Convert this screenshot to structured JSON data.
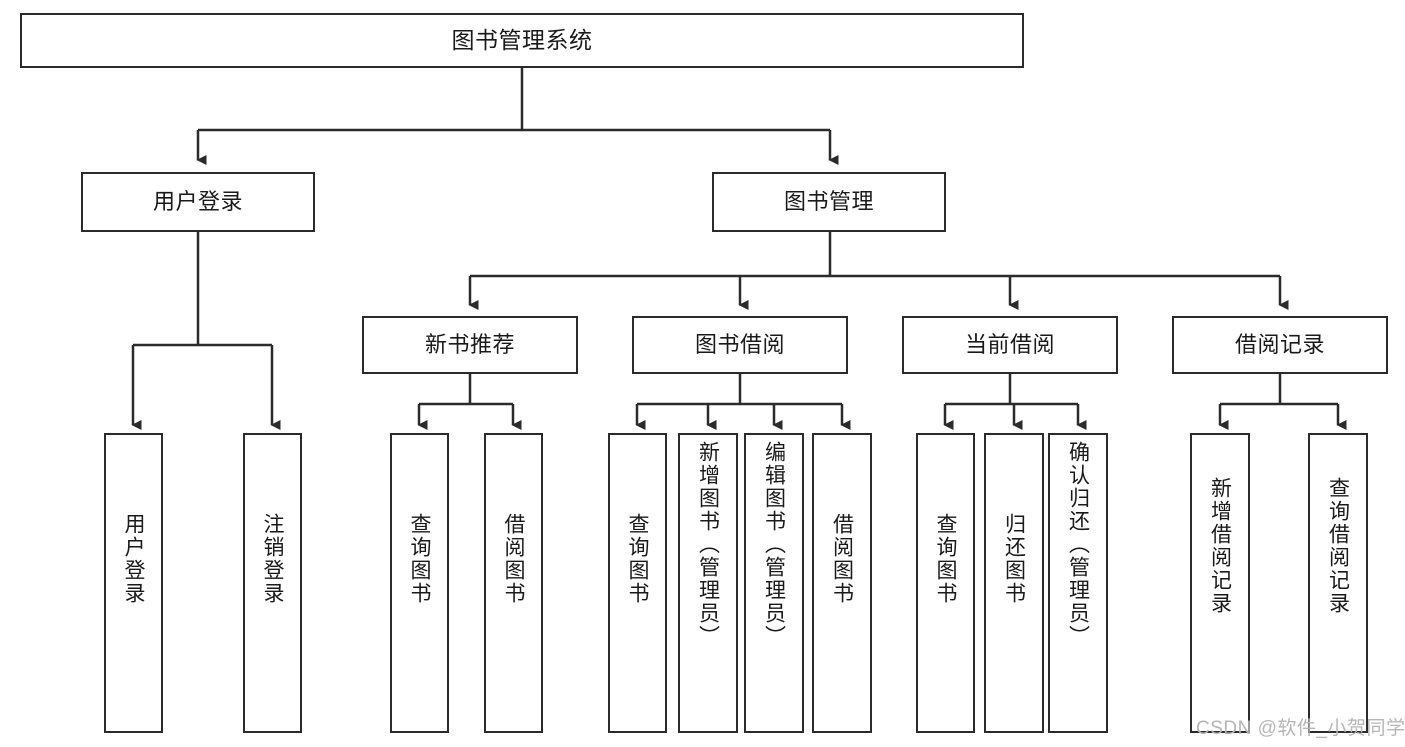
{
  "diagram": {
    "title": "图书管理系统",
    "type": "tree-hierarchy",
    "levels": {
      "root": {
        "label": "图书管理系统"
      },
      "level2": [
        {
          "label": "用户登录"
        },
        {
          "label": "图书管理"
        }
      ],
      "level3": [
        {
          "label": "新书推荐"
        },
        {
          "label": "图书借阅"
        },
        {
          "label": "当前借阅"
        },
        {
          "label": "借阅记录"
        }
      ],
      "leaves": [
        {
          "label": "用户登录"
        },
        {
          "label": "注销登录"
        },
        {
          "label": "查询图书"
        },
        {
          "label": "借阅图书"
        },
        {
          "label": "查询图书"
        },
        {
          "label": "新增图书（管理员）"
        },
        {
          "label": "编辑图书（管理员）"
        },
        {
          "label": "借阅图书"
        },
        {
          "label": "查询图书"
        },
        {
          "label": "归还图书"
        },
        {
          "label": "确认归还（管理员）"
        },
        {
          "label": "新增借阅记录"
        },
        {
          "label": "查询借阅记录"
        }
      ]
    }
  },
  "watermark": {
    "text": "CSDN @软件_小贺同学"
  },
  "colors": {
    "stroke": "#2b2b2b",
    "fill": "#ffffff",
    "text": "#1a1a1a",
    "watermark": "#b6b6b6"
  }
}
